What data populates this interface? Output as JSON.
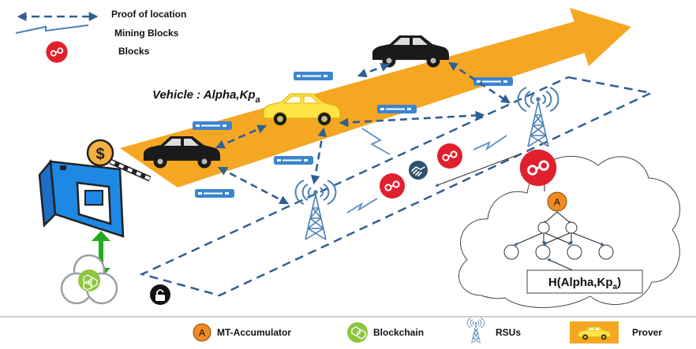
{
  "legend_top": {
    "proof_of_location": "Proof of location",
    "mining_blocks": "Mining Blocks",
    "blocks": "Blocks"
  },
  "vehicle_label": {
    "main": "Vehicle : Alpha,Kp",
    "sub": "a"
  },
  "hash_label": {
    "main": "H(Alpha,Kp",
    "sub": "a",
    "close": ")"
  },
  "accumulator_letter": "A",
  "currency_symbol": "$",
  "legend_bottom": {
    "accumulator_letter": "A",
    "accumulator": "MT-Accumulator",
    "blockchain": "Blockchain",
    "rsus": "RSUs",
    "prover": "Prover"
  },
  "colors": {
    "road": "#f5a623",
    "arrow": "#2f5f93",
    "block_red": "#e0202e",
    "rsu_blue": "#4a7fb5",
    "accumulator_orange": "#f08a24",
    "blockchain_green": "#8cc63f",
    "message_blue": "#3c85cf",
    "car_yellow": "#ffe347"
  }
}
